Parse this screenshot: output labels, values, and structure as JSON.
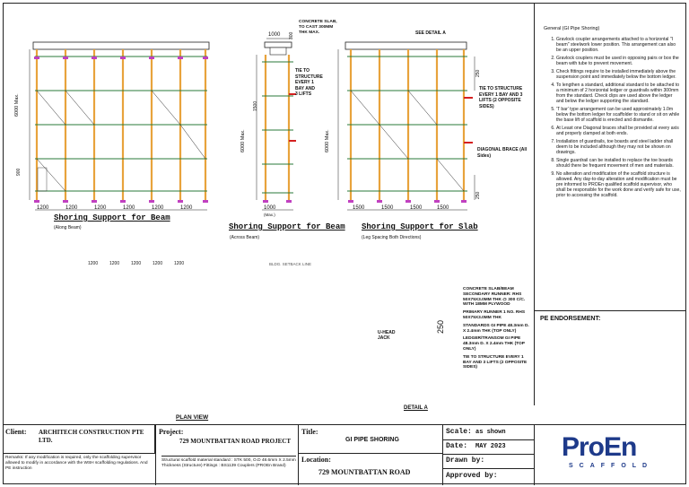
{
  "drawings": {
    "beam_along": {
      "title": "Shoring Support for Beam",
      "subtitle": "(Along Beam)",
      "height_label": "6000 Max.",
      "bay_dims": [
        "1200",
        "1200",
        "1200",
        "1200",
        "1200",
        "1200"
      ],
      "base_dim": "900"
    },
    "beam_across": {
      "title": "Shoring Support for Beam",
      "subtitle": "(Across Beam)",
      "height_label": "6000 Max.",
      "top_dim": "1000",
      "top_dim_small": "300",
      "side_dim": "1500",
      "bottom_dim": "1000",
      "bottom_dim_sub": "(Max.)",
      "tie_note": "TIE TO STRUCTURE EVERY 1 BAY AND 3 LIFTS"
    },
    "slab": {
      "title": "Shoring Support for Slab",
      "subtitle": "(Leg Spacing Both Directions)",
      "height_label": "6000 Max.",
      "concrete_note": "CONCRETE SLAB, TO CAST 300MM THK MAX.",
      "detail_note": "SEE DETAIL A",
      "right_dim_top": "250",
      "right_dim_bottom": "250",
      "tie_note": "TIE TO STRUCTURE EVERY 1 BAY AND 3 LIFTS (2 OPPOSITE SIDES)",
      "brace_note": "DIAGONAL BRACE (All Sides)",
      "bay_dims": [
        "1500",
        "1500",
        "1500",
        "1500"
      ]
    },
    "plan": {
      "title": "PLAN VIEW",
      "setback_label": "BLDG. SETBACK LINE",
      "plan_dims": [
        "1200",
        "1200",
        "1200",
        "1200",
        "1200"
      ]
    },
    "detail": {
      "title": "DETAIL A",
      "dim": "250",
      "notes": [
        "CONCRETE SLAB/BEAM",
        "SECONDARY RUNNER: RHS 50X75X3.0MM THK @ 300 C/C. WITH 18MM PLYWOOD",
        "PRIMARY RUNNER 1 NO. RHS 50X75X3.0MM THK",
        "STANDARDS GI PIPE 48.3mm D. X 2.4mm THK (TOP ONLY)",
        "LEDGER/TRANSOM GI PIPE 48.3mm D. X 2.4mm THK (TOP ONLY)",
        "TIE TO STRUCTURE EVERY 1 BAY AND 3 LIFTS (2 OPPOSITE SIDES)"
      ],
      "jack_label": "U-HEAD JACK"
    }
  },
  "notes": {
    "heading": "General (GI Pipe Shoring)",
    "items": [
      "Gravlock coupler arrangements attached to a horizontal \"I beam\" steelwork lower position. This arrangement can also be an upper position.",
      "Gravlock couplers must be used in opposing pairs or box the beam with tube to prevent movement.",
      "Check fittings require to be installed immediately above the suspension point and immediately below the bottom ledger.",
      "To lengthen a standard, additional standard to be attached to a minimum of 2 horizontal ledger or guardrails within 300mm from the standard. Check clips are used above the ledger and below the ledger supporting the standard.",
      "'T bar' type arrangement can be used approximately 1.0m below the bottom ledger for scaffolder to stand or sit on while the base lift of scaffold is erected and dismantle.",
      "At Least one Diagonal braces shall be provided at every axis and properly clamped at both ends.",
      "Installation of guardrails, toe boards and steel ladder shall deem to be included although they may not be shown on drawings.",
      "Single guardrail can be installed to replace the toe boards should there be frequent movement of men and materials.",
      "No alteration and modification of the scaffold structure is allowed. Any day-to-day alteration and modification must be pre informed to PROEn qualified scaffold supervisor, who shall be responsible for the work done and verify safe for use, prior to accessing the scaffold."
    ]
  },
  "pe": {
    "label": "PE ENDORSEMENT:"
  },
  "title_block": {
    "client_label": "Client:",
    "client_value": "ARCHITECH CONSTRUCTION PTE LTD.",
    "project_label": "Project:",
    "project_value": "729 MOUNTBATTAN ROAD PROJECT",
    "title_label": "Title:",
    "title_value": "GI PIPE SHORING",
    "scale_label": "Scale:",
    "scale_value": "as shown",
    "date_label": "Date:",
    "date_value": "MAY 2023",
    "drawn_label": "Drawn by:",
    "approved_label": "Approved by:",
    "location_label": "Location:",
    "location_value": "729 MOUNTBATTAN ROAD",
    "remarks": "Remarks: If any modification is required, only the scaffolding supervisor allowed to modify in accordance with the WSH scaffolding regulations. And PE instruction",
    "material": "Structural scaffold material standard : STK 500, O.D 48.6mm X 2.5mm Thickness (Structure) Fittings : BS1139 Couplers (PROEn Brand)",
    "logo_text": "ProEn",
    "logo_sub": "SCAFFOLD"
  },
  "colors": {
    "standard": "#e8a33c",
    "ledger": "#33a055",
    "tie": "#d42020",
    "base": "#c040c0",
    "logo": "#1e3a8a"
  }
}
